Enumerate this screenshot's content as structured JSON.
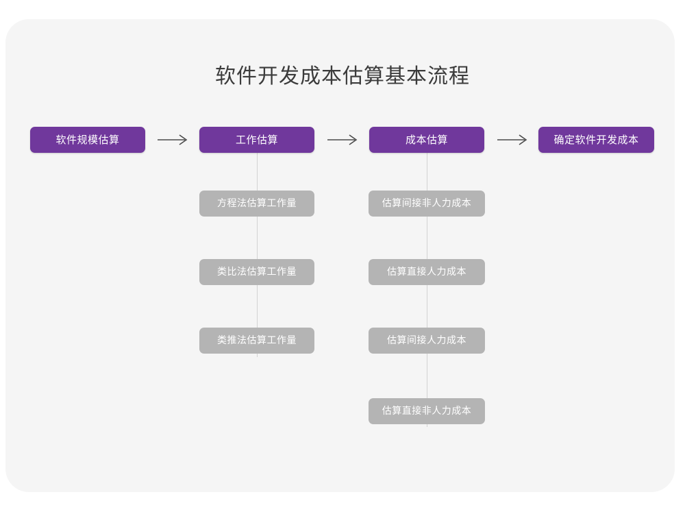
{
  "diagram": {
    "title": "软件开发成本估算基本流程",
    "colors": {
      "primary": "#70389c",
      "secondary": "#b4b4b4",
      "canvas": "#ffffff",
      "card": "#f5f5f5",
      "title_text": "#3b3b3b",
      "connector": "#d2d2d2",
      "arrow": "#4a4a4a"
    },
    "main_flow": [
      {
        "label": "软件规模估算"
      },
      {
        "label": "工作估算"
      },
      {
        "label": "成本估算"
      },
      {
        "label": "确定软件开发成本"
      }
    ],
    "arrows": [
      {
        "glyph": "⟶"
      },
      {
        "glyph": "⟶"
      },
      {
        "glyph": "⟶"
      }
    ],
    "branches": [
      {
        "parent": "工作估算",
        "items": [
          {
            "label": "方程法估算工作量"
          },
          {
            "label": "类比法估算工作量"
          },
          {
            "label": "类推法估算工作量"
          }
        ]
      },
      {
        "parent": "成本估算",
        "items": [
          {
            "label": "估算间接非人力成本"
          },
          {
            "label": "估算直接人力成本"
          },
          {
            "label": "估算间接人力成本"
          },
          {
            "label": "估算直接非人力成本"
          }
        ]
      }
    ]
  }
}
